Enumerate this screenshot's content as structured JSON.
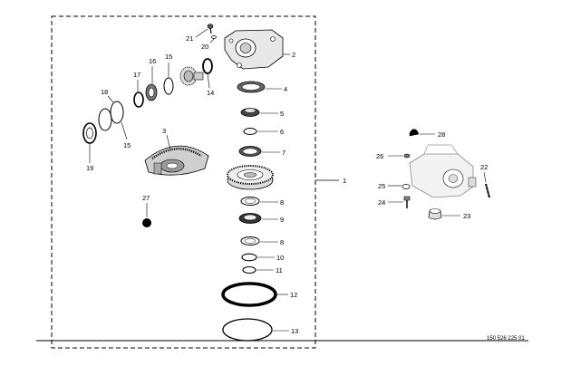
{
  "diagram": {
    "document_number": "150 526 225 01",
    "callouts": [
      {
        "id": "c1",
        "label": "1"
      },
      {
        "id": "c2",
        "label": "2"
      },
      {
        "id": "c3",
        "label": "3"
      },
      {
        "id": "c4",
        "label": "4"
      },
      {
        "id": "c5",
        "label": "5"
      },
      {
        "id": "c6",
        "label": "6"
      },
      {
        "id": "c7",
        "label": "7"
      },
      {
        "id": "c8a",
        "label": "8"
      },
      {
        "id": "c9",
        "label": "9"
      },
      {
        "id": "c8b",
        "label": "8"
      },
      {
        "id": "c10",
        "label": "10"
      },
      {
        "id": "c11",
        "label": "11"
      },
      {
        "id": "c12",
        "label": "12"
      },
      {
        "id": "c13",
        "label": "13"
      },
      {
        "id": "c14",
        "label": "14"
      },
      {
        "id": "c15a",
        "label": "15"
      },
      {
        "id": "c16",
        "label": "16"
      },
      {
        "id": "c17",
        "label": "17"
      },
      {
        "id": "c18",
        "label": "18"
      },
      {
        "id": "c15b",
        "label": "15"
      },
      {
        "id": "c19",
        "label": "19"
      },
      {
        "id": "c20",
        "label": "20"
      },
      {
        "id": "c21",
        "label": "21"
      },
      {
        "id": "c22",
        "label": "22"
      },
      {
        "id": "c23",
        "label": "23"
      },
      {
        "id": "c24",
        "label": "24"
      },
      {
        "id": "c25",
        "label": "25"
      },
      {
        "id": "c26",
        "label": "26"
      },
      {
        "id": "c27",
        "label": "27"
      },
      {
        "id": "c28",
        "label": "28"
      }
    ]
  }
}
